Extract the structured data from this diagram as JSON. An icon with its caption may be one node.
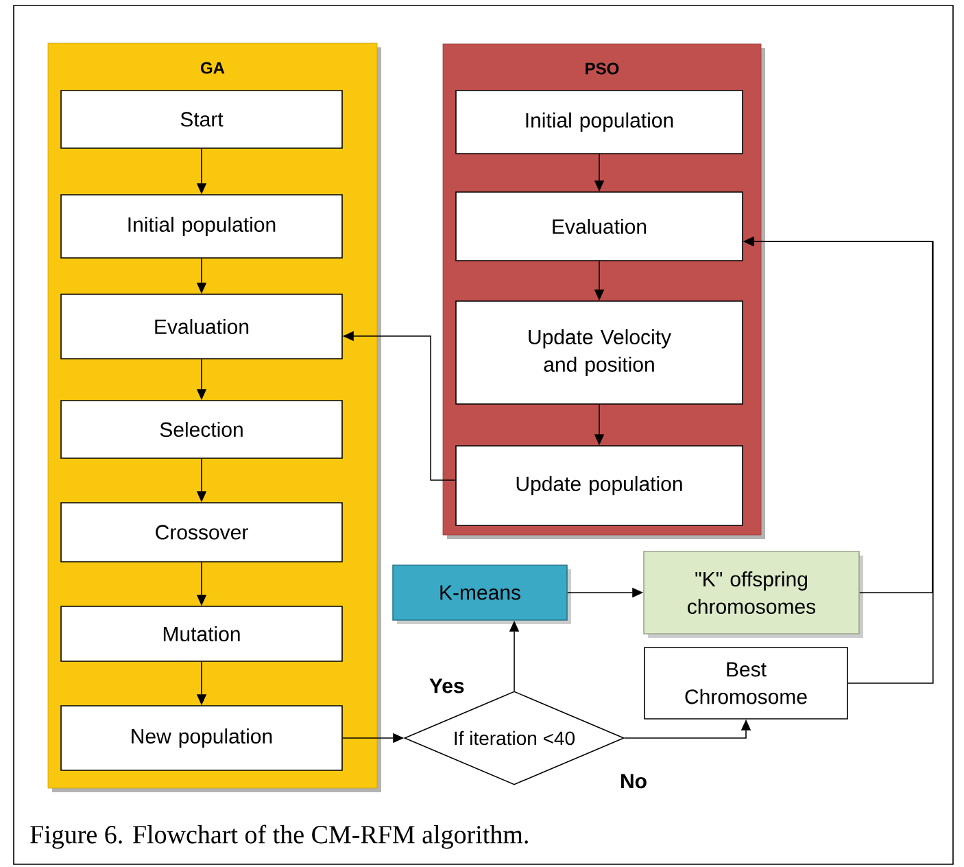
{
  "diagram": {
    "caption": "Figure 6. Flowchart of the CM-RFM algorithm.",
    "nodes": [
      {
        "text": [
          "GA"
        ]
      },
      {
        "text": [
          "Start"
        ],
        "in": 0
      },
      {
        "text": [
          "Initial population"
        ],
        "in": 0
      },
      {
        "text": [
          "Evaluation"
        ],
        "in": 0
      },
      {
        "text": [
          "Selection"
        ],
        "in": 0
      },
      {
        "text": [
          "Crossover"
        ],
        "in": 0
      },
      {
        "text": [
          "Mutation"
        ],
        "in": 0
      },
      {
        "text": [
          "New population"
        ],
        "in": 0
      },
      {
        "text": [
          "PSO"
        ]
      },
      {
        "text": [
          "Initial population"
        ],
        "in": 8
      },
      {
        "text": [
          "Evaluation"
        ],
        "in": 8
      },
      {
        "text": [
          "Update Velocity and position"
        ],
        "in": 8
      },
      {
        "text": [
          "Update population"
        ],
        "in": 8
      },
      {
        "text": [
          "K-means"
        ]
      },
      {
        "text": [
          "\"K\" offspring chromosomes"
        ]
      },
      {
        "text": [
          "Best Chromosome"
        ]
      },
      {
        "text": [
          "If iteration <40"
        ]
      }
    ],
    "edges": [
      {
        "from": 1,
        "to": 2,
        "arrow": "to"
      },
      {
        "from": 2,
        "to": 3,
        "arrow": "to"
      },
      {
        "from": 3,
        "to": 4,
        "arrow": "to"
      },
      {
        "from": 4,
        "to": 5,
        "arrow": "to"
      },
      {
        "from": 5,
        "to": 6,
        "arrow": "to"
      },
      {
        "from": 6,
        "to": 7,
        "arrow": "to"
      },
      {
        "from": 7,
        "to": 16,
        "arrow": "to"
      },
      {
        "from": 16,
        "to": 13,
        "arrow": "to",
        "label": "Yes"
      },
      {
        "from": 16,
        "to": 15,
        "arrow": "to",
        "label": "No"
      },
      {
        "from": 13,
        "to": 14,
        "arrow": "to"
      },
      {
        "from": 14,
        "to": 10,
        "arrow": "to"
      },
      {
        "from": 15,
        "to": 10,
        "arrow": "to"
      },
      {
        "from": 9,
        "to": 10,
        "arrow": "to"
      },
      {
        "from": 10,
        "to": 11,
        "arrow": "to"
      },
      {
        "from": 11,
        "to": 12,
        "arrow": "to"
      },
      {
        "from": 12,
        "to": 3,
        "arrow": "to"
      }
    ]
  }
}
